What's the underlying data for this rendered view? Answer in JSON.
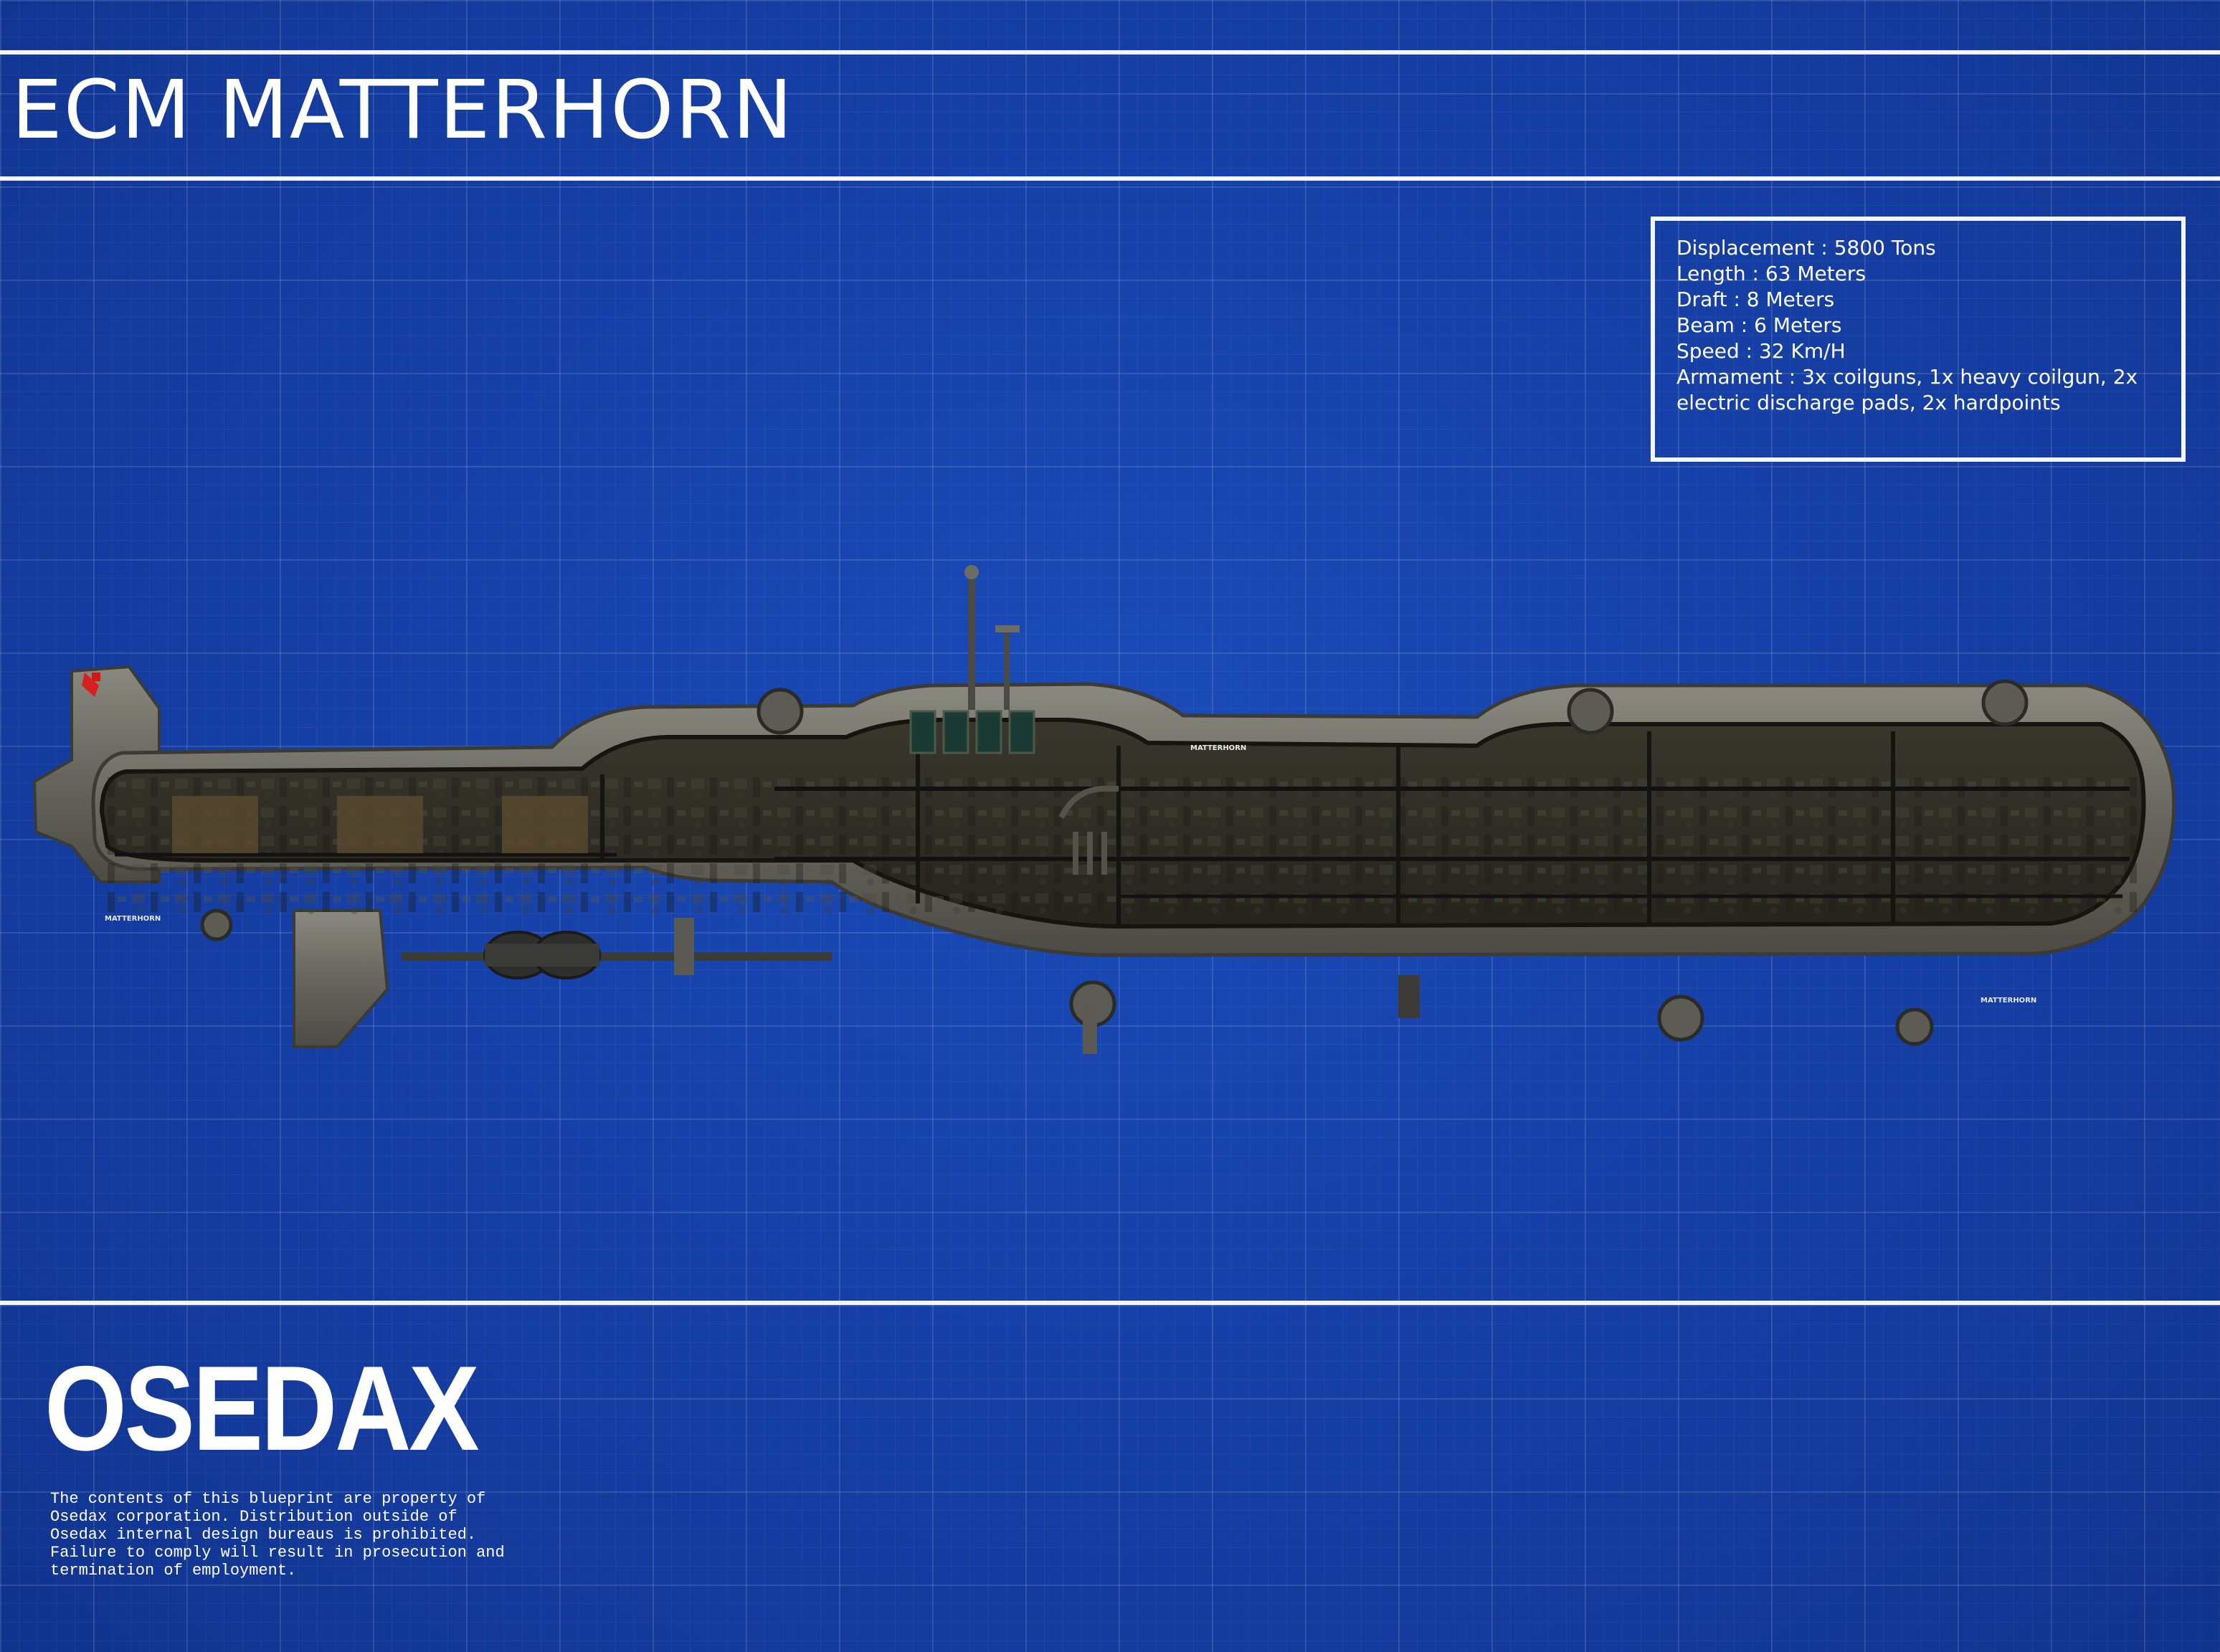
{
  "title": "ECM MATTERHORN",
  "specs": {
    "lines": [
      "Displacement : 5800 Tons",
      "Length : 63 Meters",
      "Draft : 8 Meters",
      "Beam : 6 Meters",
      "Speed : 32 Km/H",
      "Armament : 3x coilguns, 1x heavy coilgun, 2x",
      "electric discharge pads, 2x hardpoints"
    ]
  },
  "hull_markings": [
    "MATTERHORN",
    "MATTERHORN",
    "MATTERHORN"
  ],
  "brand": "OSEDAX",
  "notice": {
    "lines": [
      "The contents of this blueprint are property of",
      "Osedax corporation. Distribution outside of",
      "Osedax internal design bureaus is prohibited.",
      "Failure to comply will result in prosecution and",
      "termination of employment."
    ]
  },
  "colors": {
    "background": "#1640a8",
    "rules": "#f2f5fb",
    "hull": "#6b6a62",
    "interior": "#2c2a22"
  }
}
